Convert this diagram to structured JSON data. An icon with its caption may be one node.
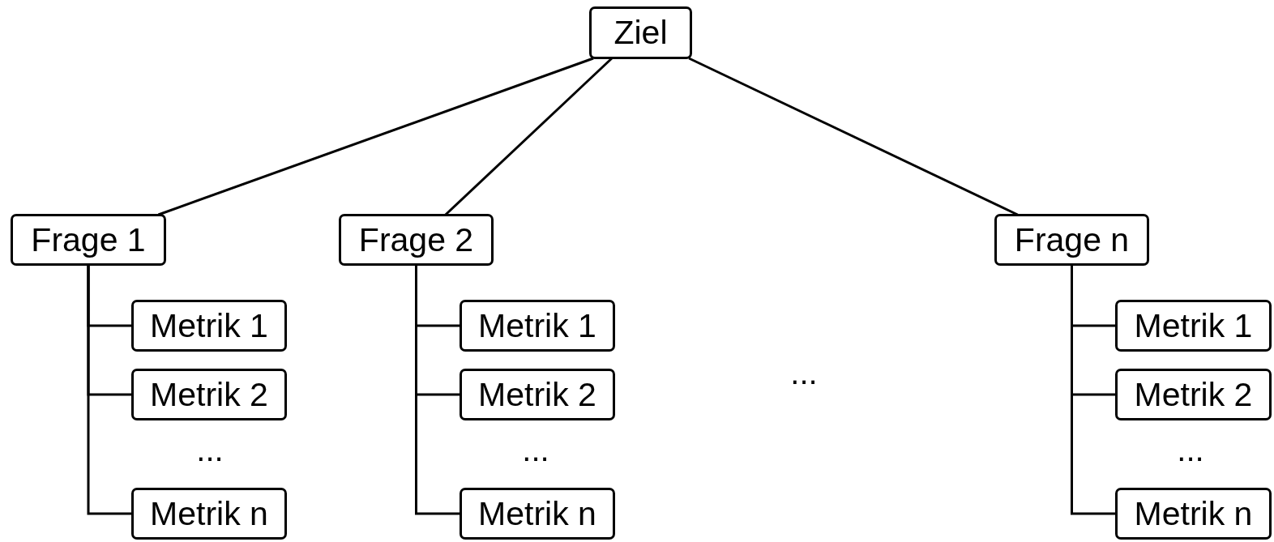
{
  "diagram": {
    "nodes": [
      {
        "text": [
          "Ziel"
        ]
      },
      {
        "text": [
          "Frage 1"
        ]
      },
      {
        "text": [
          "Metrik 1"
        ]
      },
      {
        "text": [
          "Metrik 2"
        ]
      },
      {
        "text": [
          "Metrik n"
        ]
      },
      {
        "text": [
          "Frage 2"
        ]
      },
      {
        "text": [
          "Metrik 1"
        ]
      },
      {
        "text": [
          "Metrik 2"
        ]
      },
      {
        "text": [
          "Metrik n"
        ]
      },
      {
        "text": [
          "Frage n"
        ]
      },
      {
        "text": [
          "Metrik 1"
        ]
      },
      {
        "text": [
          "Metrik 2"
        ]
      },
      {
        "text": [
          "Metrik n"
        ]
      }
    ],
    "edges": [
      {
        "from": 0,
        "to": 1,
        "arrow": "none"
      },
      {
        "from": 0,
        "to": 5,
        "arrow": "none"
      },
      {
        "from": 0,
        "to": 9,
        "arrow": "none"
      },
      {
        "from": 1,
        "to": 2,
        "arrow": "none"
      },
      {
        "from": 1,
        "to": 3,
        "arrow": "none"
      },
      {
        "from": 1,
        "to": 4,
        "arrow": "none"
      },
      {
        "from": 5,
        "to": 6,
        "arrow": "none"
      },
      {
        "from": 5,
        "to": 7,
        "arrow": "none"
      },
      {
        "from": 5,
        "to": 8,
        "arrow": "none"
      },
      {
        "from": 9,
        "to": 10,
        "arrow": "none"
      },
      {
        "from": 9,
        "to": 11,
        "arrow": "none"
      },
      {
        "from": 9,
        "to": 12,
        "arrow": "none"
      }
    ],
    "labels": [
      "...",
      "...",
      "...",
      "..."
    ]
  }
}
